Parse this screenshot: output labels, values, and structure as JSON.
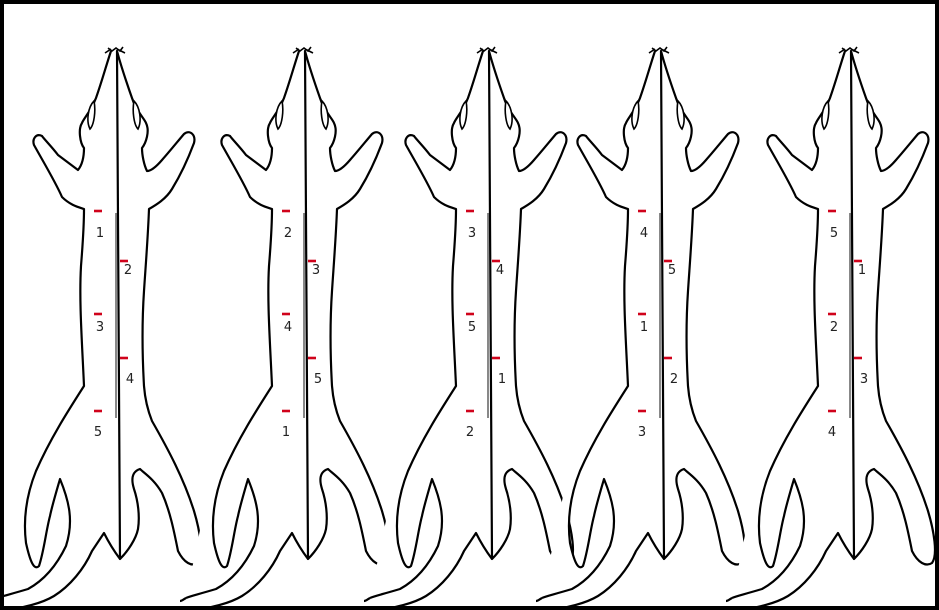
{
  "figure": {
    "description_visible": false,
    "colors": {
      "outline": "#000000",
      "injection_mark": "#d0021b",
      "label_text": "#222222",
      "guide_line": "#555555",
      "background": "#ffffff"
    },
    "icon": "mouse-dorsal-outline-icon"
  },
  "panels": [
    {
      "labels": [
        "1",
        "2",
        "3",
        "4",
        "5"
      ]
    },
    {
      "labels": [
        "2",
        "3",
        "4",
        "5",
        "1"
      ]
    },
    {
      "labels": [
        "3",
        "4",
        "5",
        "1",
        "2"
      ]
    },
    {
      "labels": [
        "4",
        "5",
        "1",
        "2",
        "3"
      ]
    },
    {
      "labels": [
        "5",
        "1",
        "2",
        "3",
        "4"
      ]
    }
  ]
}
